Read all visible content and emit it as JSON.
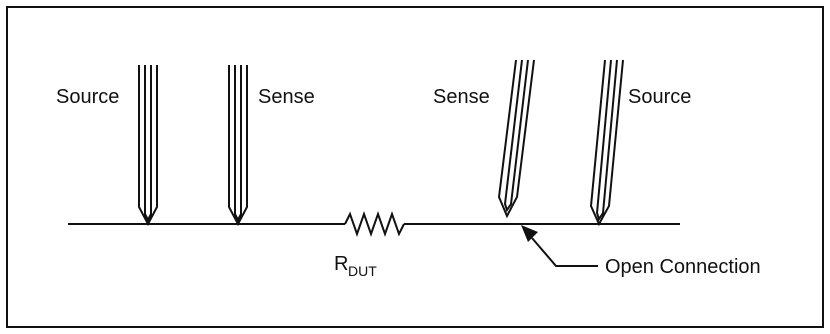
{
  "labels": {
    "probe_1": "Source",
    "probe_2": "Sense",
    "probe_3": "Sense",
    "probe_4": "Source",
    "resistor_main": "R",
    "resistor_sub": "DUT",
    "open_connection": "Open Connection"
  },
  "colors": {
    "line": "#111111",
    "background": "#ffffff"
  }
}
